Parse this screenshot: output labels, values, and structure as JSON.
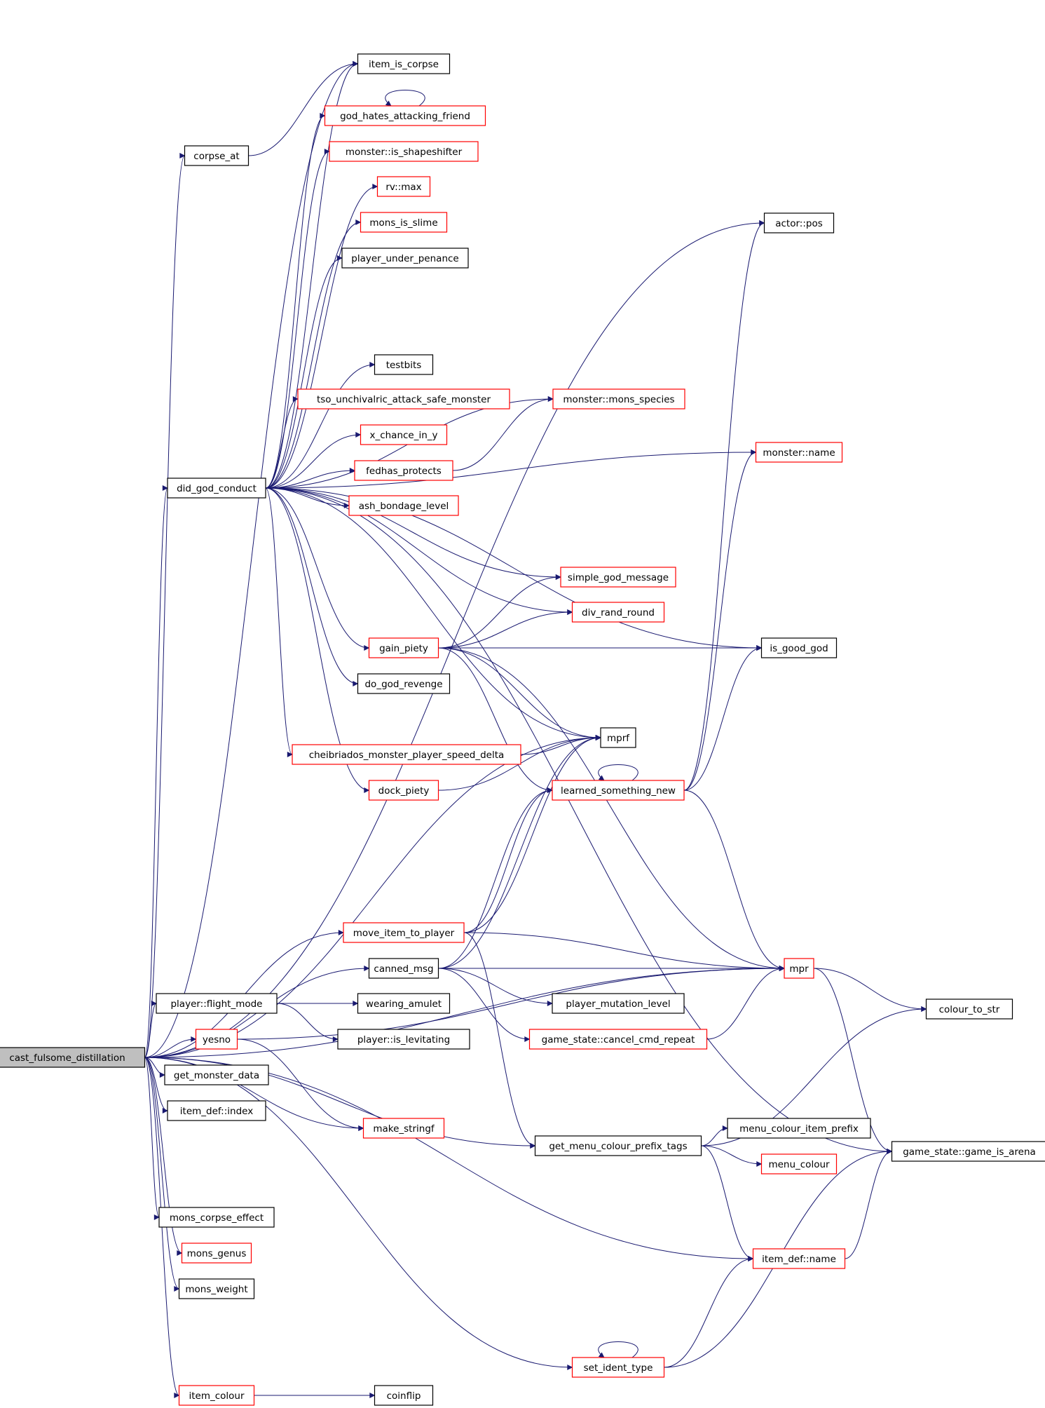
{
  "colors": {
    "edge": "#191970",
    "border_normal": "#000000",
    "border_truncated": "#ff0000",
    "root_fill": "#bfbfbf",
    "node_fill": "#ffffff"
  },
  "nodes": [
    {
      "id": "cast_fulsome_distillation",
      "label": "cast_fulsome_distillation",
      "border": "black",
      "root": true
    },
    {
      "id": "item_is_corpse",
      "label": "item_is_corpse",
      "border": "black"
    },
    {
      "id": "corpse_at",
      "label": "corpse_at",
      "border": "black"
    },
    {
      "id": "god_hates_attacking_friend",
      "label": "god_hates_attacking_friend",
      "border": "red"
    },
    {
      "id": "monster_is_shapeshifter",
      "label": "monster::is_shapeshifter",
      "border": "red"
    },
    {
      "id": "rv_max",
      "label": "rv::max",
      "border": "red"
    },
    {
      "id": "mons_is_slime",
      "label": "mons_is_slime",
      "border": "red"
    },
    {
      "id": "player_under_penance",
      "label": "player_under_penance",
      "border": "black"
    },
    {
      "id": "actor_pos",
      "label": "actor::pos",
      "border": "black"
    },
    {
      "id": "testbits",
      "label": "testbits",
      "border": "black"
    },
    {
      "id": "tso_unchivalric",
      "label": "tso_unchivalric_attack_safe_monster",
      "border": "red"
    },
    {
      "id": "monster_mons_species",
      "label": "monster::mons_species",
      "border": "red"
    },
    {
      "id": "x_chance_in_y",
      "label": "x_chance_in_y",
      "border": "red"
    },
    {
      "id": "monster_name",
      "label": "monster::name",
      "border": "red"
    },
    {
      "id": "fedhas_protects",
      "label": "fedhas_protects",
      "border": "red"
    },
    {
      "id": "did_god_conduct",
      "label": "did_god_conduct",
      "border": "black"
    },
    {
      "id": "ash_bondage_level",
      "label": "ash_bondage_level",
      "border": "red"
    },
    {
      "id": "simple_god_message",
      "label": "simple_god_message",
      "border": "red"
    },
    {
      "id": "div_rand_round",
      "label": "div_rand_round",
      "border": "red"
    },
    {
      "id": "gain_piety",
      "label": "gain_piety",
      "border": "red"
    },
    {
      "id": "is_good_god",
      "label": "is_good_god",
      "border": "black"
    },
    {
      "id": "do_god_revenge",
      "label": "do_god_revenge",
      "border": "black"
    },
    {
      "id": "mprf",
      "label": "mprf",
      "border": "black"
    },
    {
      "id": "cheibriados",
      "label": "cheibriados_monster_player_speed_delta",
      "border": "red"
    },
    {
      "id": "dock_piety",
      "label": "dock_piety",
      "border": "red"
    },
    {
      "id": "learned_something_new",
      "label": "learned_something_new",
      "border": "red"
    },
    {
      "id": "move_item_to_player",
      "label": "move_item_to_player",
      "border": "red"
    },
    {
      "id": "canned_msg",
      "label": "canned_msg",
      "border": "black"
    },
    {
      "id": "mpr",
      "label": "mpr",
      "border": "red"
    },
    {
      "id": "player_flight_mode",
      "label": "player::flight_mode",
      "border": "black"
    },
    {
      "id": "wearing_amulet",
      "label": "wearing_amulet",
      "border": "black"
    },
    {
      "id": "player_mutation_level",
      "label": "player_mutation_level",
      "border": "black"
    },
    {
      "id": "colour_to_str",
      "label": "colour_to_str",
      "border": "black"
    },
    {
      "id": "yesno",
      "label": "yesno",
      "border": "red"
    },
    {
      "id": "player_is_levitating",
      "label": "player::is_levitating",
      "border": "black"
    },
    {
      "id": "cancel_cmd_repeat",
      "label": "game_state::cancel_cmd_repeat",
      "border": "red"
    },
    {
      "id": "get_monster_data",
      "label": "get_monster_data",
      "border": "black"
    },
    {
      "id": "item_def_index",
      "label": "item_def::index",
      "border": "black"
    },
    {
      "id": "make_stringf",
      "label": "make_stringf",
      "border": "red"
    },
    {
      "id": "menu_colour_item_prefix",
      "label": "menu_colour_item_prefix",
      "border": "black"
    },
    {
      "id": "get_menu_colour_prefix_tags",
      "label": "get_menu_colour_prefix_tags",
      "border": "black"
    },
    {
      "id": "game_is_arena",
      "label": "game_state::game_is_arena",
      "border": "black"
    },
    {
      "id": "menu_colour",
      "label": "menu_colour",
      "border": "red"
    },
    {
      "id": "mons_corpse_effect",
      "label": "mons_corpse_effect",
      "border": "black"
    },
    {
      "id": "mons_genus",
      "label": "mons_genus",
      "border": "red"
    },
    {
      "id": "item_def_name",
      "label": "item_def::name",
      "border": "red"
    },
    {
      "id": "mons_weight",
      "label": "mons_weight",
      "border": "black"
    },
    {
      "id": "set_ident_type",
      "label": "set_ident_type",
      "border": "red"
    },
    {
      "id": "item_colour",
      "label": "item_colour",
      "border": "red"
    },
    {
      "id": "coinflip",
      "label": "coinflip",
      "border": "black"
    }
  ],
  "edges": [
    [
      "cast_fulsome_distillation",
      "item_is_corpse"
    ],
    [
      "cast_fulsome_distillation",
      "corpse_at"
    ],
    [
      "cast_fulsome_distillation",
      "actor_pos"
    ],
    [
      "cast_fulsome_distillation",
      "did_god_conduct"
    ],
    [
      "cast_fulsome_distillation",
      "mprf"
    ],
    [
      "cast_fulsome_distillation",
      "mpr"
    ],
    [
      "cast_fulsome_distillation",
      "move_item_to_player"
    ],
    [
      "cast_fulsome_distillation",
      "canned_msg"
    ],
    [
      "cast_fulsome_distillation",
      "player_flight_mode"
    ],
    [
      "cast_fulsome_distillation",
      "yesno"
    ],
    [
      "cast_fulsome_distillation",
      "get_monster_data"
    ],
    [
      "cast_fulsome_distillation",
      "item_def_index"
    ],
    [
      "cast_fulsome_distillation",
      "make_stringf"
    ],
    [
      "cast_fulsome_distillation",
      "get_menu_colour_prefix_tags"
    ],
    [
      "cast_fulsome_distillation",
      "mons_corpse_effect"
    ],
    [
      "cast_fulsome_distillation",
      "mons_genus"
    ],
    [
      "cast_fulsome_distillation",
      "mons_weight"
    ],
    [
      "cast_fulsome_distillation",
      "item_def_name"
    ],
    [
      "cast_fulsome_distillation",
      "set_ident_type"
    ],
    [
      "cast_fulsome_distillation",
      "item_colour"
    ],
    [
      "corpse_at",
      "item_is_corpse"
    ],
    [
      "god_hates_attacking_friend",
      "god_hates_attacking_friend"
    ],
    [
      "did_god_conduct",
      "item_is_corpse"
    ],
    [
      "did_god_conduct",
      "god_hates_attacking_friend"
    ],
    [
      "did_god_conduct",
      "monster_is_shapeshifter"
    ],
    [
      "did_god_conduct",
      "rv_max"
    ],
    [
      "did_god_conduct",
      "mons_is_slime"
    ],
    [
      "did_god_conduct",
      "player_under_penance"
    ],
    [
      "did_god_conduct",
      "testbits"
    ],
    [
      "did_god_conduct",
      "tso_unchivalric"
    ],
    [
      "did_god_conduct",
      "monster_mons_species"
    ],
    [
      "did_god_conduct",
      "x_chance_in_y"
    ],
    [
      "did_god_conduct",
      "monster_name"
    ],
    [
      "did_god_conduct",
      "fedhas_protects"
    ],
    [
      "did_god_conduct",
      "ash_bondage_level"
    ],
    [
      "did_god_conduct",
      "simple_god_message"
    ],
    [
      "did_god_conduct",
      "div_rand_round"
    ],
    [
      "did_god_conduct",
      "gain_piety"
    ],
    [
      "did_god_conduct",
      "is_good_god"
    ],
    [
      "did_god_conduct",
      "do_god_revenge"
    ],
    [
      "did_god_conduct",
      "mprf"
    ],
    [
      "did_god_conduct",
      "cheibriados"
    ],
    [
      "did_god_conduct",
      "dock_piety"
    ],
    [
      "did_god_conduct",
      "game_is_arena"
    ],
    [
      "fedhas_protects",
      "monster_mons_species"
    ],
    [
      "gain_piety",
      "simple_god_message"
    ],
    [
      "gain_piety",
      "div_rand_round"
    ],
    [
      "gain_piety",
      "is_good_god"
    ],
    [
      "gain_piety",
      "mprf"
    ],
    [
      "gain_piety",
      "learned_something_new"
    ],
    [
      "gain_piety",
      "mpr"
    ],
    [
      "cheibriados",
      "mprf"
    ],
    [
      "dock_piety",
      "mprf"
    ],
    [
      "learned_something_new",
      "learned_something_new"
    ],
    [
      "learned_something_new",
      "actor_pos"
    ],
    [
      "learned_something_new",
      "monster_name"
    ],
    [
      "learned_something_new",
      "is_good_god"
    ],
    [
      "learned_something_new",
      "mpr"
    ],
    [
      "move_item_to_player",
      "mprf"
    ],
    [
      "move_item_to_player",
      "learned_something_new"
    ],
    [
      "move_item_to_player",
      "mpr"
    ],
    [
      "move_item_to_player",
      "get_menu_colour_prefix_tags"
    ],
    [
      "canned_msg",
      "mprf"
    ],
    [
      "canned_msg",
      "learned_something_new"
    ],
    [
      "canned_msg",
      "mpr"
    ],
    [
      "canned_msg",
      "player_mutation_level"
    ],
    [
      "canned_msg",
      "cancel_cmd_repeat"
    ],
    [
      "player_flight_mode",
      "wearing_amulet"
    ],
    [
      "player_flight_mode",
      "player_is_levitating"
    ],
    [
      "yesno",
      "mpr"
    ],
    [
      "yesno",
      "make_stringf"
    ],
    [
      "cancel_cmd_repeat",
      "mpr"
    ],
    [
      "mpr",
      "colour_to_str"
    ],
    [
      "mpr",
      "game_is_arena"
    ],
    [
      "get_menu_colour_prefix_tags",
      "colour_to_str"
    ],
    [
      "get_menu_colour_prefix_tags",
      "menu_colour_item_prefix"
    ],
    [
      "get_menu_colour_prefix_tags",
      "menu_colour"
    ],
    [
      "get_menu_colour_prefix_tags",
      "item_def_name"
    ],
    [
      "item_def_name",
      "game_is_arena"
    ],
    [
      "set_ident_type",
      "set_ident_type"
    ],
    [
      "set_ident_type",
      "item_def_name"
    ],
    [
      "set_ident_type",
      "game_is_arena"
    ],
    [
      "item_colour",
      "coinflip"
    ]
  ]
}
